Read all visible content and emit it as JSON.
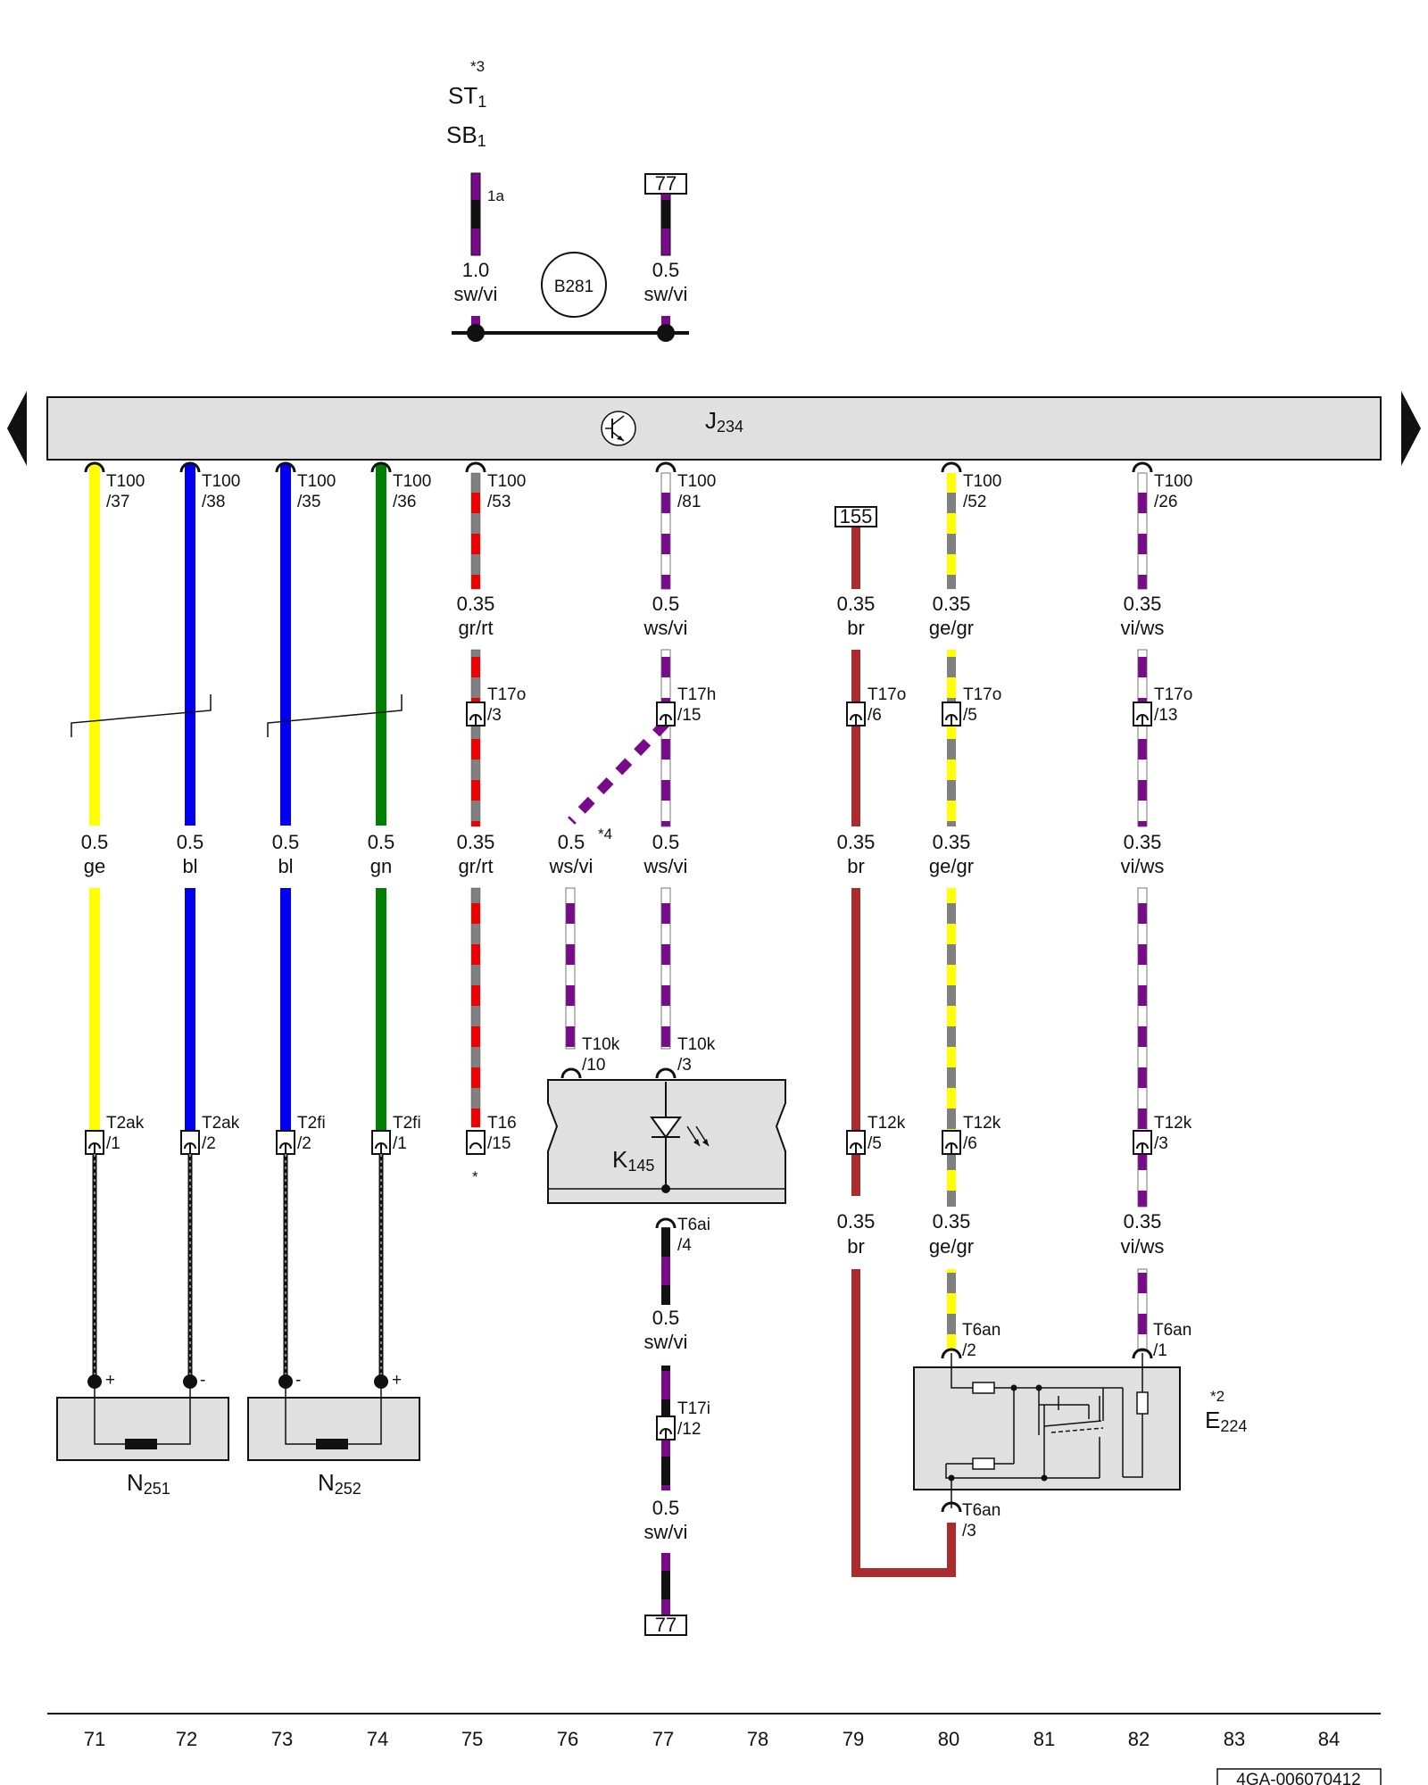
{
  "header": {
    "note_ref": "*3",
    "st": {
      "main": "ST",
      "sub": "1"
    },
    "sb": {
      "main": "SB",
      "sub": "1"
    },
    "fuse_pin": "1a",
    "left_wire": {
      "size": "1.0",
      "color": "sw/vi"
    },
    "right_wire": {
      "size": "0.5",
      "color": "sw/vi"
    },
    "right_ref_box": "77",
    "ground_point": "B281"
  },
  "control_unit": {
    "name": "J",
    "sub": "234"
  },
  "wire_colors": {
    "ge": "#ffff00",
    "bl": "#0000ee",
    "gn": "#008000",
    "rt": "#ee0000",
    "gr": "#808080",
    "ws": "#ffffff",
    "vi": "#7a0a8c",
    "sw": "#111111",
    "br": "#aa2c2c"
  },
  "top_connectors": [
    {
      "code": "T100",
      "pin": "/37"
    },
    {
      "code": "T100",
      "pin": "/38"
    },
    {
      "code": "T100",
      "pin": "/35"
    },
    {
      "code": "T100",
      "pin": "/36"
    },
    {
      "code": "T100",
      "pin": "/53"
    },
    {
      "code": "T100",
      "pin": "/81"
    },
    {
      "code": "T100",
      "pin": "/52"
    },
    {
      "code": "T100",
      "pin": "/26"
    }
  ],
  "ref_box_155": "155",
  "wire_labels_upper": [
    {
      "size": "0.35",
      "color": "gr/rt"
    },
    {
      "size": "0.5",
      "color": "ws/vi"
    },
    {
      "size": "0.35",
      "color": "br"
    },
    {
      "size": "0.35",
      "color": "ge/gr"
    },
    {
      "size": "0.35",
      "color": "vi/ws"
    }
  ],
  "mid_connectors": [
    {
      "code": "T17o",
      "pin": "/3"
    },
    {
      "code": "T17h",
      "pin": "/15"
    },
    {
      "code": "T17o",
      "pin": "/6"
    },
    {
      "code": "T17o",
      "pin": "/5"
    },
    {
      "code": "T17o",
      "pin": "/13"
    }
  ],
  "wire_labels_middle": [
    {
      "size": "0.5",
      "color": "ge"
    },
    {
      "size": "0.5",
      "color": "bl"
    },
    {
      "size": "0.5",
      "color": "bl"
    },
    {
      "size": "0.5",
      "color": "gn"
    },
    {
      "size": "0.35",
      "color": "gr/rt"
    },
    {
      "size": "0.5",
      "color": "ws/vi"
    },
    {
      "size": "0.5",
      "color": "ws/vi"
    },
    {
      "size": "0.35",
      "color": "br"
    },
    {
      "size": "0.35",
      "color": "ge/gr"
    },
    {
      "size": "0.35",
      "color": "vi/ws"
    }
  ],
  "branch_note": "*4",
  "k145_connectors": [
    {
      "code": "T10k",
      "pin": "/10"
    },
    {
      "code": "T10k",
      "pin": "/3"
    }
  ],
  "lower_connectors": [
    {
      "code": "T2ak",
      "pin": "/1"
    },
    {
      "code": "T2ak",
      "pin": "/2"
    },
    {
      "code": "T2fi",
      "pin": "/2"
    },
    {
      "code": "T2fi",
      "pin": "/1"
    },
    {
      "code": "T16",
      "pin": "/15"
    },
    {
      "code": "T12k",
      "pin": "/5"
    },
    {
      "code": "T12k",
      "pin": "/6"
    },
    {
      "code": "T12k",
      "pin": "/3"
    }
  ],
  "t16_note": "*",
  "k145": {
    "name": "K",
    "sub": "145"
  },
  "k145_out": {
    "code": "T6ai",
    "pin": "/4"
  },
  "wire_labels_lower": [
    {
      "size": "0.35",
      "color": "br"
    },
    {
      "size": "0.35",
      "color": "ge/gr"
    },
    {
      "size": "0.35",
      "color": "vi/ws"
    }
  ],
  "col77_lower": [
    {
      "size": "0.5",
      "color": "sw/vi"
    },
    {
      "size": "0.5",
      "color": "sw/vi"
    }
  ],
  "t17i": {
    "code": "T17i",
    "pin": "/12"
  },
  "bottom_ref_box": "77",
  "e224_connectors": [
    {
      "code": "T6an",
      "pin": "/2"
    },
    {
      "code": "T6an",
      "pin": "/1"
    },
    {
      "code": "T6an",
      "pin": "/3"
    }
  ],
  "e224": {
    "name": "E",
    "sub": "224",
    "note": "*2"
  },
  "n251": {
    "name": "N",
    "sub": "251",
    "pins": [
      "+",
      "-"
    ]
  },
  "n252": {
    "name": "N",
    "sub": "252",
    "pins": [
      "-",
      "+"
    ]
  },
  "column_numbers": [
    "71",
    "72",
    "73",
    "74",
    "75",
    "76",
    "77",
    "78",
    "79",
    "80",
    "81",
    "82",
    "83",
    "84"
  ],
  "doc_code": "4GA-006070412"
}
